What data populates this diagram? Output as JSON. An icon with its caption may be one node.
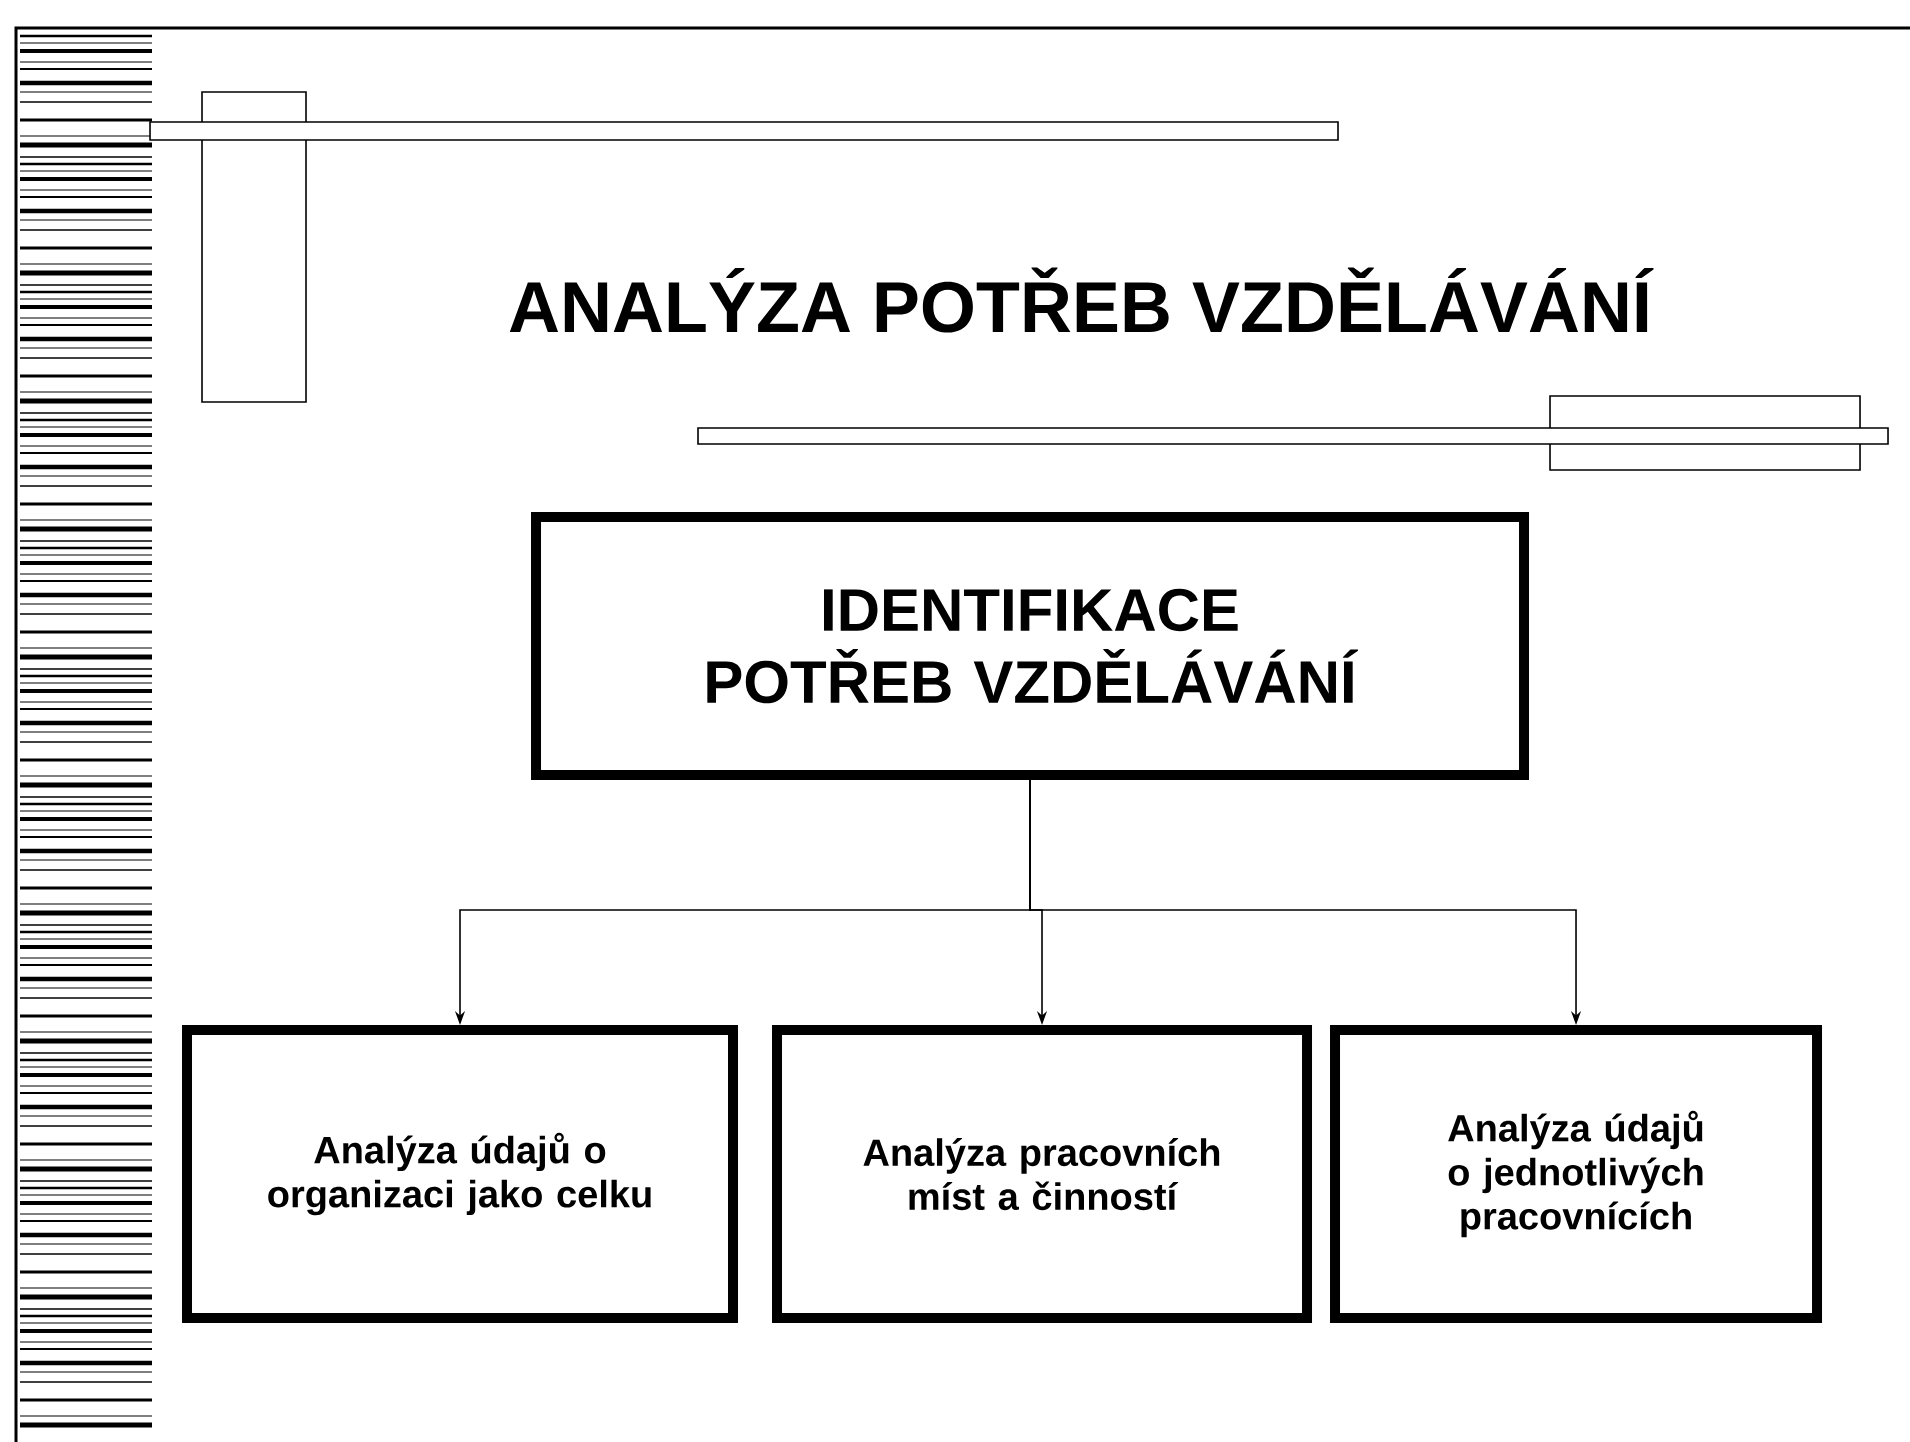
{
  "diagram": {
    "title": "ANALÝZA POTŘEB VZDĚLÁVÁNÍ",
    "nodes": [
      {
        "text": [
          "IDENTIFIKACE POTŘEB VZDĚLÁVÁNÍ"
        ]
      },
      {
        "text": [
          "Analýza údajů o organizaci jako celku"
        ]
      },
      {
        "text": [
          "Analýza pracovních míst a činností"
        ]
      },
      {
        "text": [
          "Analýza údajů o jednotlivých pracovnících"
        ]
      }
    ],
    "edges": [
      {
        "from": 0,
        "to": 1,
        "arrow": "to"
      },
      {
        "from": 0,
        "to": 2,
        "arrow": "to"
      },
      {
        "from": 0,
        "to": 3,
        "arrow": "to"
      }
    ]
  }
}
